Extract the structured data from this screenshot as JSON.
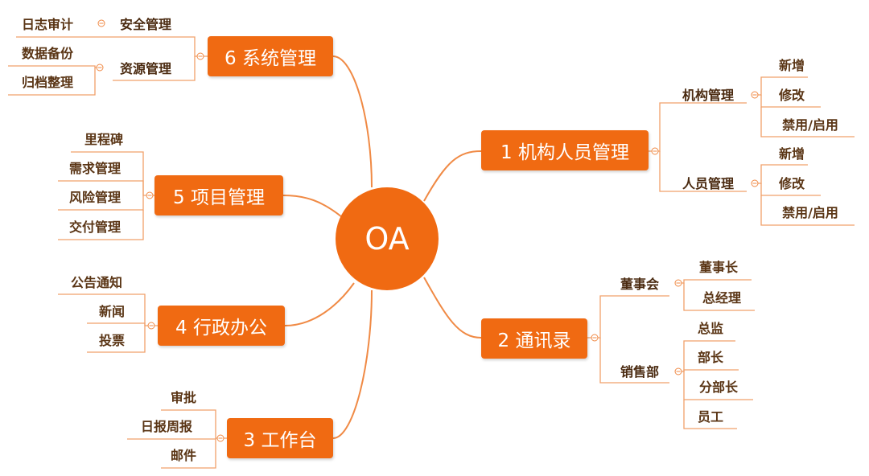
{
  "center": {
    "title": "OA"
  },
  "branches": {
    "b1": {
      "title": "1 机构人员管理",
      "groups": [
        {
          "label": "机构管理",
          "children": [
            "新增",
            "修改",
            "禁用/启用"
          ]
        },
        {
          "label": "人员管理",
          "children": [
            "新增",
            "修改",
            "禁用/启用"
          ]
        }
      ]
    },
    "b2": {
      "title": "2 通讯录",
      "groups": [
        {
          "label": "董事会",
          "children": [
            "董事长",
            "总经理"
          ]
        },
        {
          "label": "销售部",
          "children": [
            "总监",
            "部长",
            "分部长",
            "员工"
          ]
        }
      ]
    },
    "b3": {
      "title": "3 工作台",
      "children": [
        "审批",
        "日报周报",
        "邮件"
      ]
    },
    "b4": {
      "title": "4 行政办公",
      "children": [
        "公告通知",
        "新闻",
        "投票"
      ]
    },
    "b5": {
      "title": "5 项目管理",
      "children": [
        "里程碑",
        "需求管理",
        "风险管理",
        "交付管理"
      ]
    },
    "b6": {
      "title": "6 系统管理",
      "groups": [
        {
          "label": "安全管理",
          "children": [
            "日志审计"
          ]
        },
        {
          "label": "资源管理",
          "children": [
            "数据备份",
            "归档整理"
          ]
        }
      ]
    }
  },
  "colors": {
    "accent": "#f06a12",
    "line": "#f0a06a"
  }
}
